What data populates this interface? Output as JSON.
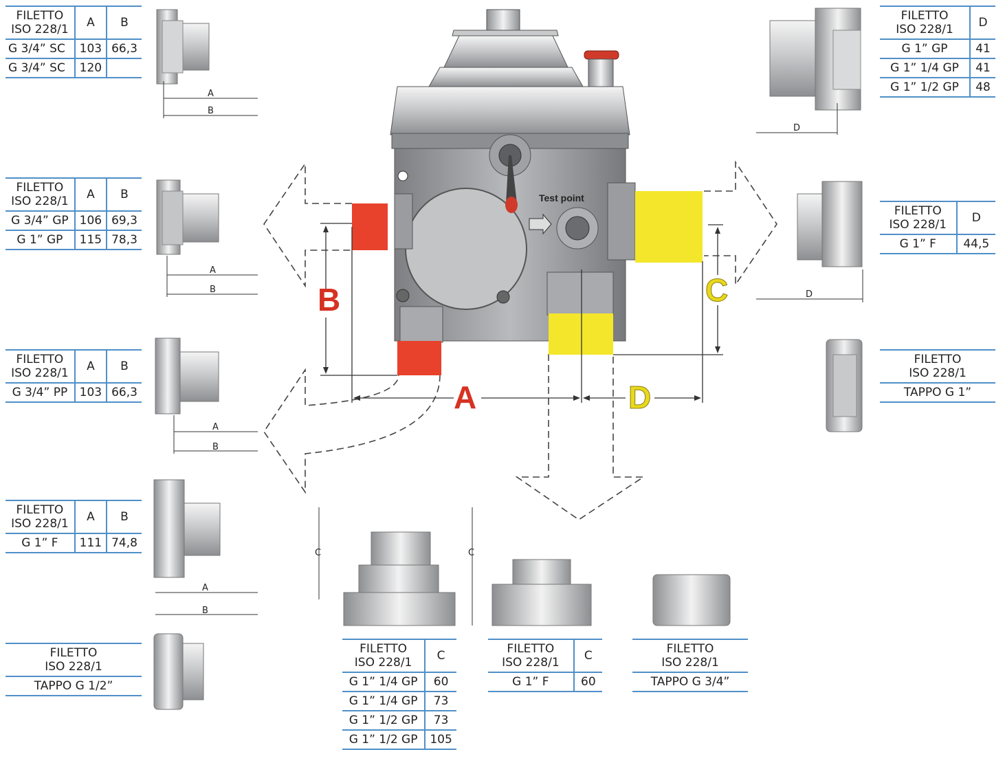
{
  "labels": {
    "A": "A",
    "B": "B",
    "C": "C",
    "D": "D",
    "test_point": "Test point"
  },
  "dims": {
    "a": "A",
    "b": "B",
    "c": "C",
    "d": "D"
  },
  "tables": {
    "l1": {
      "h1": "FILETTO\nISO 228/1",
      "h2": "A",
      "h3": "B",
      "rows": [
        [
          "G 3/4” SC",
          "103",
          "66,3"
        ],
        [
          "G 3/4” SC",
          "120",
          ""
        ]
      ]
    },
    "l2": {
      "h1": "FILETTO\nISO 228/1",
      "h2": "A",
      "h3": "B",
      "rows": [
        [
          "G 3/4” GP",
          "106",
          "69,3"
        ],
        [
          "G 1” GP",
          "115",
          "78,3"
        ]
      ]
    },
    "l3": {
      "h1": "FILETTO\nISO 228/1",
      "h2": "A",
      "h3": "B",
      "rows": [
        [
          "G 3/4” PP",
          "103",
          "66,3"
        ]
      ]
    },
    "l4": {
      "h1": "FILETTO\nISO 228/1",
      "h2": "A",
      "h3": "B",
      "rows": [
        [
          "G 1” F",
          "111",
          "74,8"
        ]
      ]
    },
    "l5": {
      "h1": "FILETTO\nISO 228/1",
      "row": "TAPPO G 1/2”"
    },
    "r1": {
      "h1": "FILETTO\nISO 228/1",
      "h2": "D",
      "rows": [
        [
          "G 1” GP",
          "41"
        ],
        [
          "G 1” 1/4 GP",
          "41"
        ],
        [
          "G 1” 1/2 GP",
          "48"
        ]
      ]
    },
    "r2": {
      "h1": "FILETTO\nISO 228/1",
      "h2": "D",
      "rows": [
        [
          "G 1” F",
          "44,5"
        ]
      ]
    },
    "r3": {
      "h1": "FILETTO\nISO 228/1",
      "row": "TAPPO G 1”"
    },
    "b1": {
      "h1": "FILETTO\nISO 228/1",
      "h2": "C",
      "rows": [
        [
          "G 1” 1/4 GP",
          "60"
        ],
        [
          "G 1” 1/4 GP",
          "73"
        ],
        [
          "G 1” 1/2 GP",
          "73"
        ],
        [
          "G 1” 1/2 GP",
          "105"
        ]
      ]
    },
    "b2": {
      "h1": "FILETTO\nISO 228/1",
      "h2": "C",
      "rows": [
        [
          "G 1” F",
          "60"
        ]
      ]
    },
    "b3": {
      "h1": "FILETTO\nISO 228/1",
      "row": "TAPPO G 3/4”"
    }
  },
  "colors": {
    "inlet": "#e8412c",
    "outlet": "#f4e62a",
    "rule": "#4f8fc8",
    "body": "#9a9c9f"
  }
}
